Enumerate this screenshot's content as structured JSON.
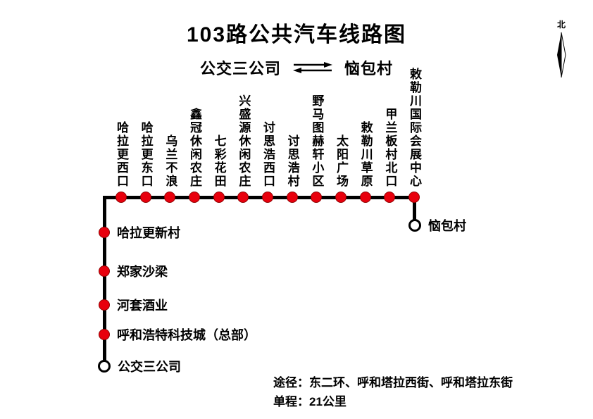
{
  "title": "103路公共汽车线路图",
  "subtitle": {
    "left": "公交三公司",
    "right": "恼包村"
  },
  "compass": {
    "label": "北"
  },
  "colors": {
    "stop": "#e8000d",
    "line": "#000000"
  },
  "main_line_stops": [
    "哈拉更西口",
    "哈拉更东口",
    "乌兰不浪",
    "鑫冠休闲农庄",
    "七彩花田",
    "兴盛源休闲农庄",
    "讨思浩西口",
    "讨思浩村",
    "野马图赫轩小区",
    "太阳广场",
    "敕勒川草原",
    "甲兰板村北口",
    "敕勒川国际会展中心"
  ],
  "right_terminal": "恼包村",
  "left_branch_stops": [
    "哈拉更新村",
    "郑家沙梁",
    "河套酒业",
    "呼和浩特科技城（总部）"
  ],
  "left_terminal": "公交三公司",
  "notes": [
    "途径：东二环、呼和塔拉西街、呼和塔拉东街",
    "单程：21公里"
  ]
}
